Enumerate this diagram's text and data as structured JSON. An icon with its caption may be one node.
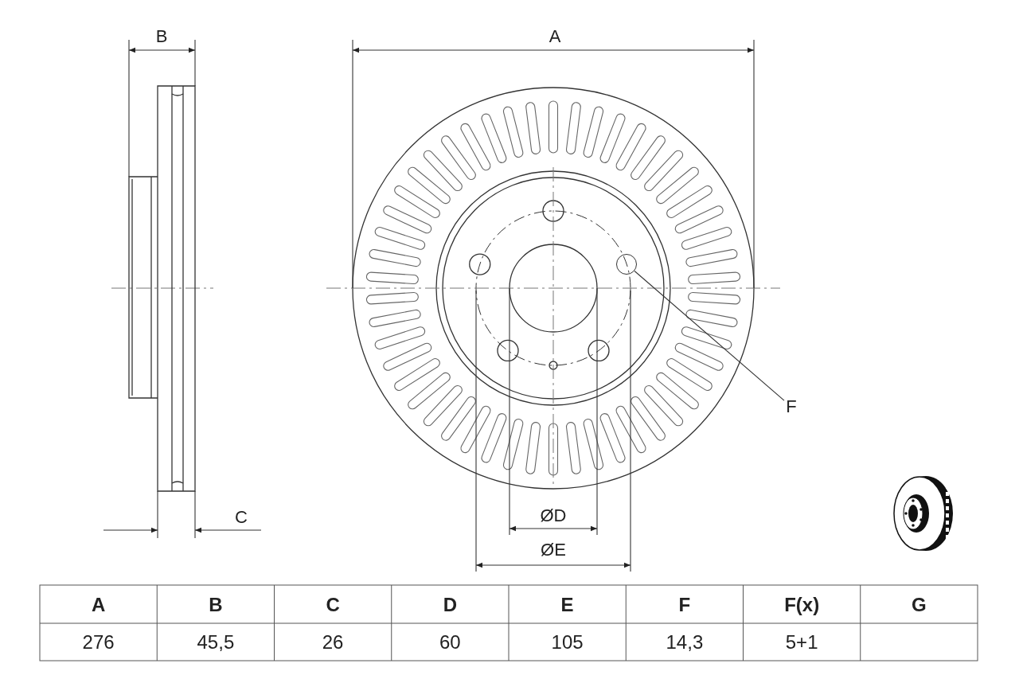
{
  "diagram": {
    "nodes": [
      {
        "text": [
          "F"
        ]
      },
      {
        "text": [],
        "shape": "circle"
      }
    ],
    "edges": [
      {
        "from": 0,
        "to": 1,
        "arrow": "none"
      }
    ],
    "labels": [
      "B",
      "A",
      "C",
      "ØD",
      "ØE",
      "A",
      "B",
      "C",
      "D",
      "E",
      "F",
      "F(x)",
      "G",
      "276",
      "45,5",
      "26",
      "60",
      "105",
      "14,3",
      "5+1"
    ]
  }
}
